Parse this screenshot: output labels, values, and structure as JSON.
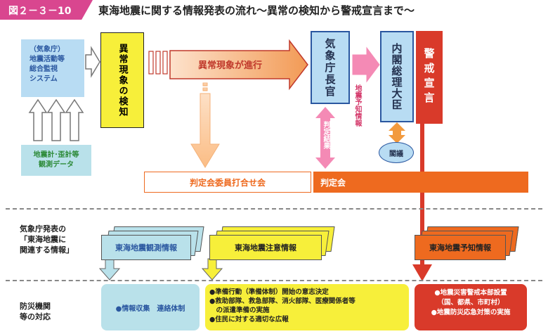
{
  "header": {
    "figure_label": "図２－３－10",
    "title": "東海地震に関する情報発表の流れ～異常の検知から警戒宣言まで～"
  },
  "monitoring_system": "（気象庁）\n地震活動等\n総合監視\nシステム",
  "observation_data": "地震計･歪計等\n観測データ",
  "anomaly_detection": "異常現象の検知",
  "anomaly_progress": "異常現象が進行",
  "jma_director": "気象庁長官",
  "prime_minister": "内閣総理大臣",
  "warning_declaration": "警戒宣言",
  "earthquake_forecast_info": "地震予知情報",
  "judgment_result": "判定結果",
  "cabinet_meeting": "閣議",
  "committee_meeting": "判定会委員打合せ会",
  "judgment_meeting": "判定会",
  "jma_info_label": "気象庁発表の\n「東海地震に\n関連する情報」",
  "info_cards": {
    "observation": "東海地震観測情報",
    "advisory": "東海地震注意情報",
    "forecast": "東海地震予知情報"
  },
  "response_label": "防災機関\n等の対応",
  "responses": {
    "observation": "●情報収集　連絡体制",
    "advisory": "●準備行動（準備体制）開始の意志決定\n●救助部隊、救急部隊、消火部隊、医療関係者等\n　の派遣準備の実施\n●住民に対する適切な広報",
    "forecast": "●地震災害警戒本部設置\n（国、都県、市町村）\n●地震防災応急対策の実施"
  },
  "colors": {
    "accent_pink": "#d9468f",
    "monitor_blue": "#b8dcf3",
    "detect_yellow": "#f7ef3a",
    "warning_red": "#d93a2a",
    "meeting_orange": "#ee6a1f",
    "pale_orange": "#fbc595",
    "response_green": "#b9e1ea"
  }
}
